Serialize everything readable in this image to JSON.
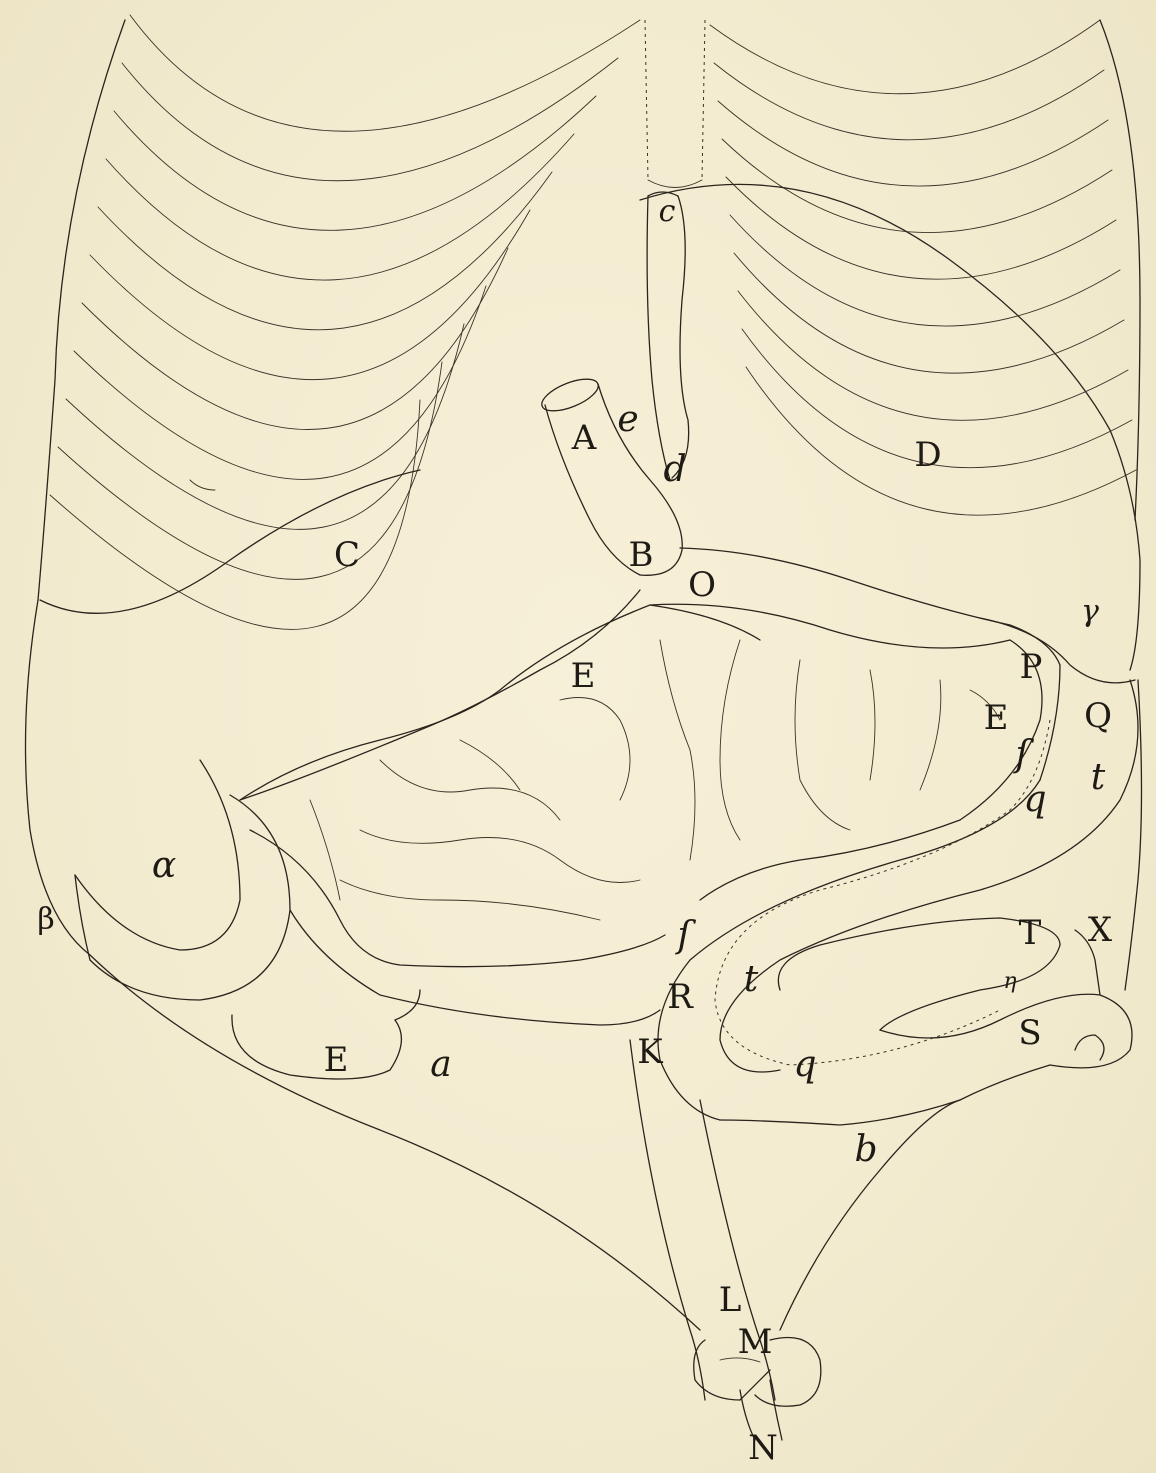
{
  "colors": {
    "paper": "#f3ecd2",
    "ink": "#2a241c"
  },
  "labels": {
    "c_top": "c",
    "A": "A",
    "e": "e",
    "d": "d",
    "D": "D",
    "C": "C",
    "B": "B",
    "O": "O",
    "gamma": "γ",
    "E_upper": "E",
    "P": "P",
    "E_right": "E",
    "Q": "Q",
    "s_upper": "ſ",
    "q_upper": "q",
    "t_upper": "t",
    "alpha": "α",
    "beta": "β",
    "s_lower": "ſ",
    "T": "T",
    "X": "X",
    "eta": "η",
    "R": "R",
    "t_lower": "t",
    "S": "S",
    "K": "K",
    "E_bottom": "E",
    "a": "a",
    "q_lower": "q",
    "b": "b",
    "L": "L",
    "M": "M",
    "N": "N"
  }
}
